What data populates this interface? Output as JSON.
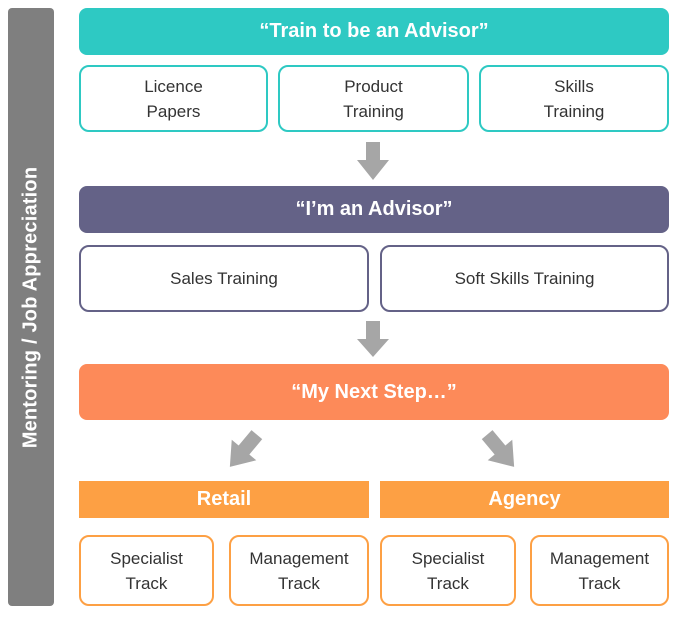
{
  "colors": {
    "side": "#7f7f7f",
    "stage1": "#2ec9c3",
    "stage2": "#646287",
    "stage3": "#fd8a59",
    "track_header": "#fda044",
    "arrow": "#a6a6a6"
  },
  "side_label": "Mentoring / Job Appreciation",
  "stage1": {
    "title": "“Train to be an Advisor”",
    "items": [
      "Licence\nPapers",
      "Product\nTraining",
      "Skills\nTraining"
    ]
  },
  "stage2": {
    "title": "“I’m an Advisor”",
    "items": [
      "Sales Training",
      "Soft Skills Training"
    ]
  },
  "stage3": {
    "title": "“My Next Step…”"
  },
  "retail": {
    "title": "Retail",
    "items": [
      "Specialist\nTrack",
      "Management\nTrack"
    ]
  },
  "agency": {
    "title": "Agency",
    "items": [
      "Specialist\nTrack",
      "Management\nTrack"
    ]
  }
}
